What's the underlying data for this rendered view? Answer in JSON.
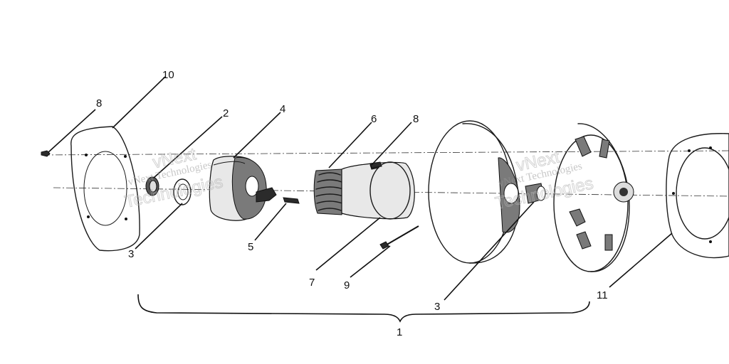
{
  "callouts": {
    "c1": "1",
    "c2": "2",
    "c3a": "3",
    "c3b": "3",
    "c4": "4",
    "c5": "5",
    "c6": "6",
    "c7": "7",
    "c8a": "8",
    "c8b": "8",
    "c9": "9",
    "c10": "10",
    "c11": "11"
  },
  "watermarks": {
    "wm1_small": "vNext Technologies",
    "wm1_big_a": "vNext",
    "wm1_big_b": "Technologies",
    "wm2_small": "vNext Technologies",
    "wm2_big_a": "vNext",
    "wm2_big_b": "Technologies"
  },
  "colors": {
    "ink": "#1a1a1a",
    "background": "#ffffff",
    "watermark": "#9a9a9a"
  }
}
